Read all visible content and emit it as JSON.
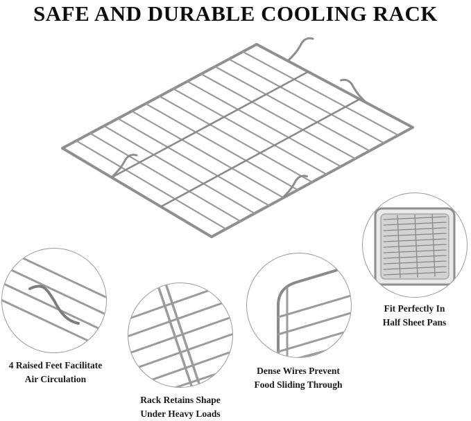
{
  "title": "SAFE AND DURABLE COOLING RACK",
  "features": [
    {
      "line1": "4 Raised Feet Facilitate",
      "line2": "Air Circulation"
    },
    {
      "line1": "Rack Retains Shape",
      "line2": "Under Heavy Loads"
    },
    {
      "line1": "Dense Wires Prevent",
      "line2": "Food Sliding Through"
    },
    {
      "line1": "Fit Perfectly In",
      "line2": "Half Sheet Pans"
    }
  ]
}
